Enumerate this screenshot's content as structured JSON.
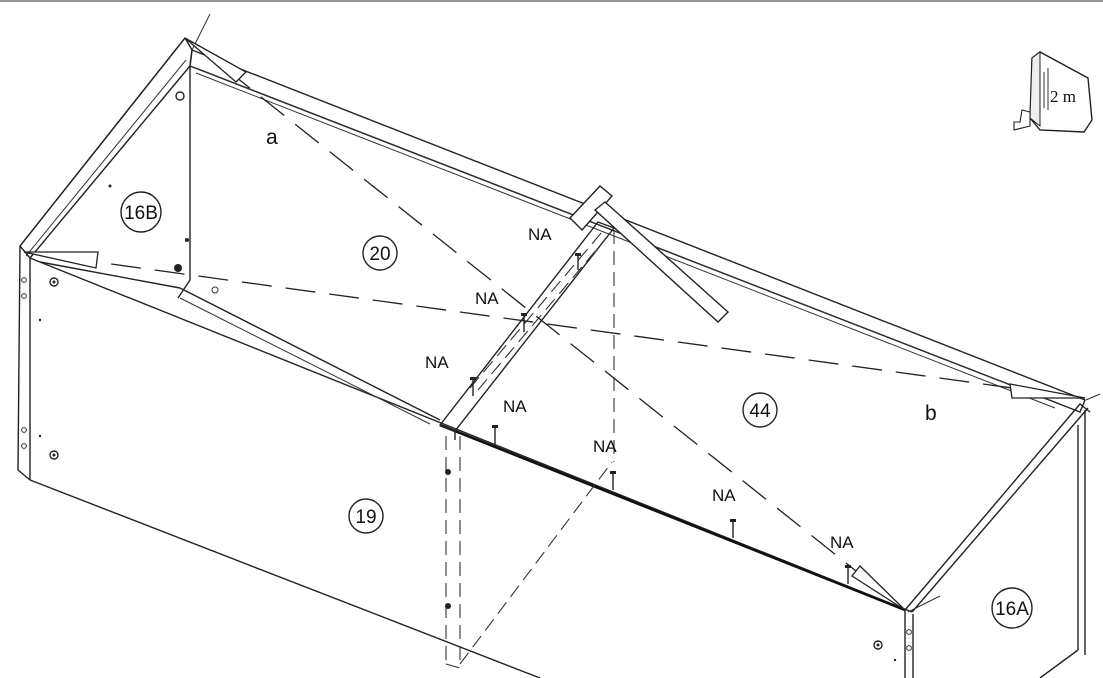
{
  "parts": {
    "p16b": "16B",
    "p20": "20",
    "p19": "19",
    "p44": "44",
    "p16a": "16A"
  },
  "points": {
    "a": "a",
    "b": "b"
  },
  "nails": {
    "na1": "NA",
    "na2": "NA",
    "na3": "NA",
    "na4": "NA",
    "na5": "NA",
    "na6": "NA",
    "na7": "NA"
  },
  "tape_measure": {
    "label": "2 m",
    "icon": "tape-measure-icon"
  },
  "tools": {
    "hammer": "hammer-icon"
  }
}
